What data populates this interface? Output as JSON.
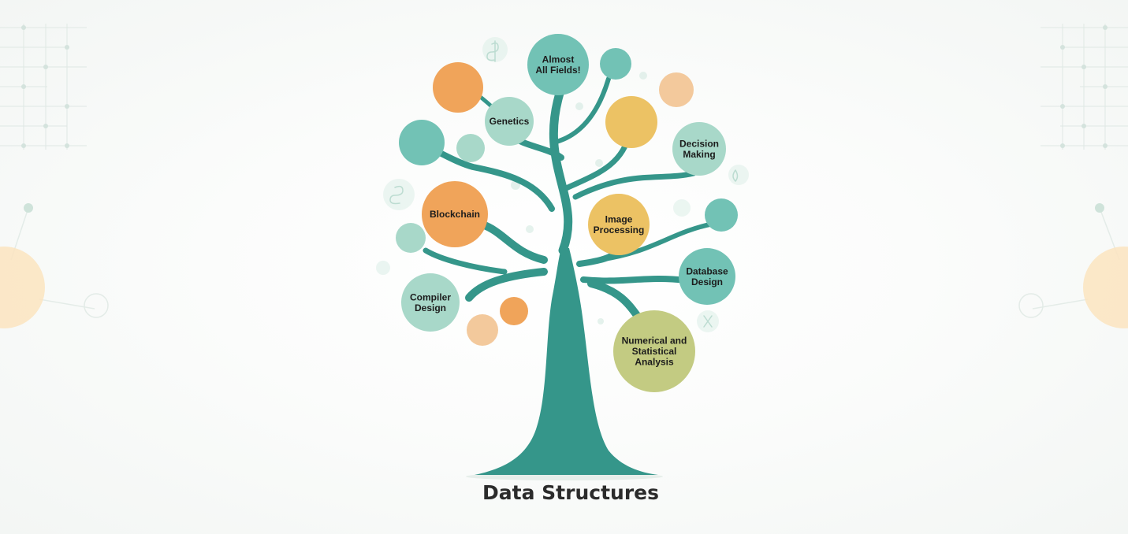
{
  "title": "Data Structures",
  "colors": {
    "trunk": "#35968a",
    "teal": "#72c2b5",
    "light_teal": "#a8d8c9",
    "orange": "#f0a45a",
    "yellow": "#ecc264",
    "peach": "#f3c99c",
    "olive": "#c3cb82"
  },
  "nodes": [
    {
      "id": "almost-all-fields",
      "lines": [
        "Almost",
        "All Fields!"
      ],
      "color": "teal"
    },
    {
      "id": "genetics",
      "lines": [
        "Genetics"
      ],
      "color": "light_teal"
    },
    {
      "id": "decision-making",
      "lines": [
        "Decision",
        "Making"
      ],
      "color": "light_teal"
    },
    {
      "id": "blockchain",
      "lines": [
        "Blockchain"
      ],
      "color": "orange"
    },
    {
      "id": "image-processing",
      "lines": [
        "Image",
        "Processing"
      ],
      "color": "yellow"
    },
    {
      "id": "database-design",
      "lines": [
        "Database",
        "Design"
      ],
      "color": "teal"
    },
    {
      "id": "compiler-design",
      "lines": [
        "Compiler",
        "Design"
      ],
      "color": "light_teal"
    },
    {
      "id": "numerical-statistical-analysis",
      "lines": [
        "Numerical and",
        "Statistical",
        "Analysis"
      ],
      "color": "olive"
    }
  ]
}
